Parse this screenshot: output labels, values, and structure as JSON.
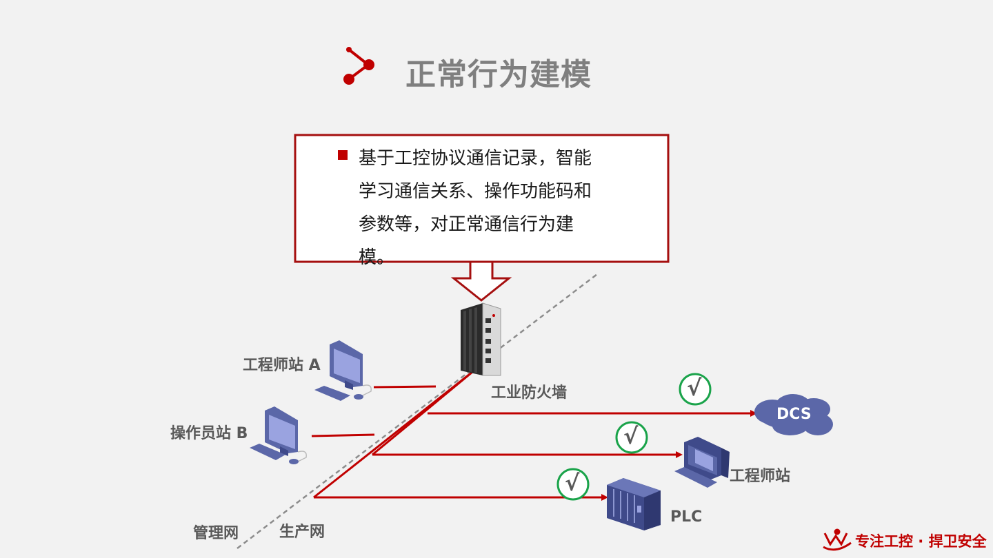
{
  "slide": {
    "title": "正常行为建模",
    "callout": {
      "bullet_icon": "square-bullet-icon",
      "text": "基于工控协议通信记录，智能学习通信关系、操作功能码和参数等，对正常通信行为建模。"
    },
    "labels": {
      "engineer_station_a": "工程师站 A",
      "operator_station_b": "操作员站 B",
      "firewall": "工业防火墙",
      "dcs": "DCS",
      "engineer_station": "工程师站",
      "plc": "PLC",
      "mgmt_net": "管理网",
      "prod_net": "生产网"
    },
    "check_mark": "√",
    "footer": {
      "tagline": "专注工控 · 捍卫安全"
    },
    "colors": {
      "accent_red": "#c00000",
      "check_green": "#1aa34a",
      "device_blue": "#5b67a8",
      "text_gray": "#7f7f7f"
    }
  }
}
